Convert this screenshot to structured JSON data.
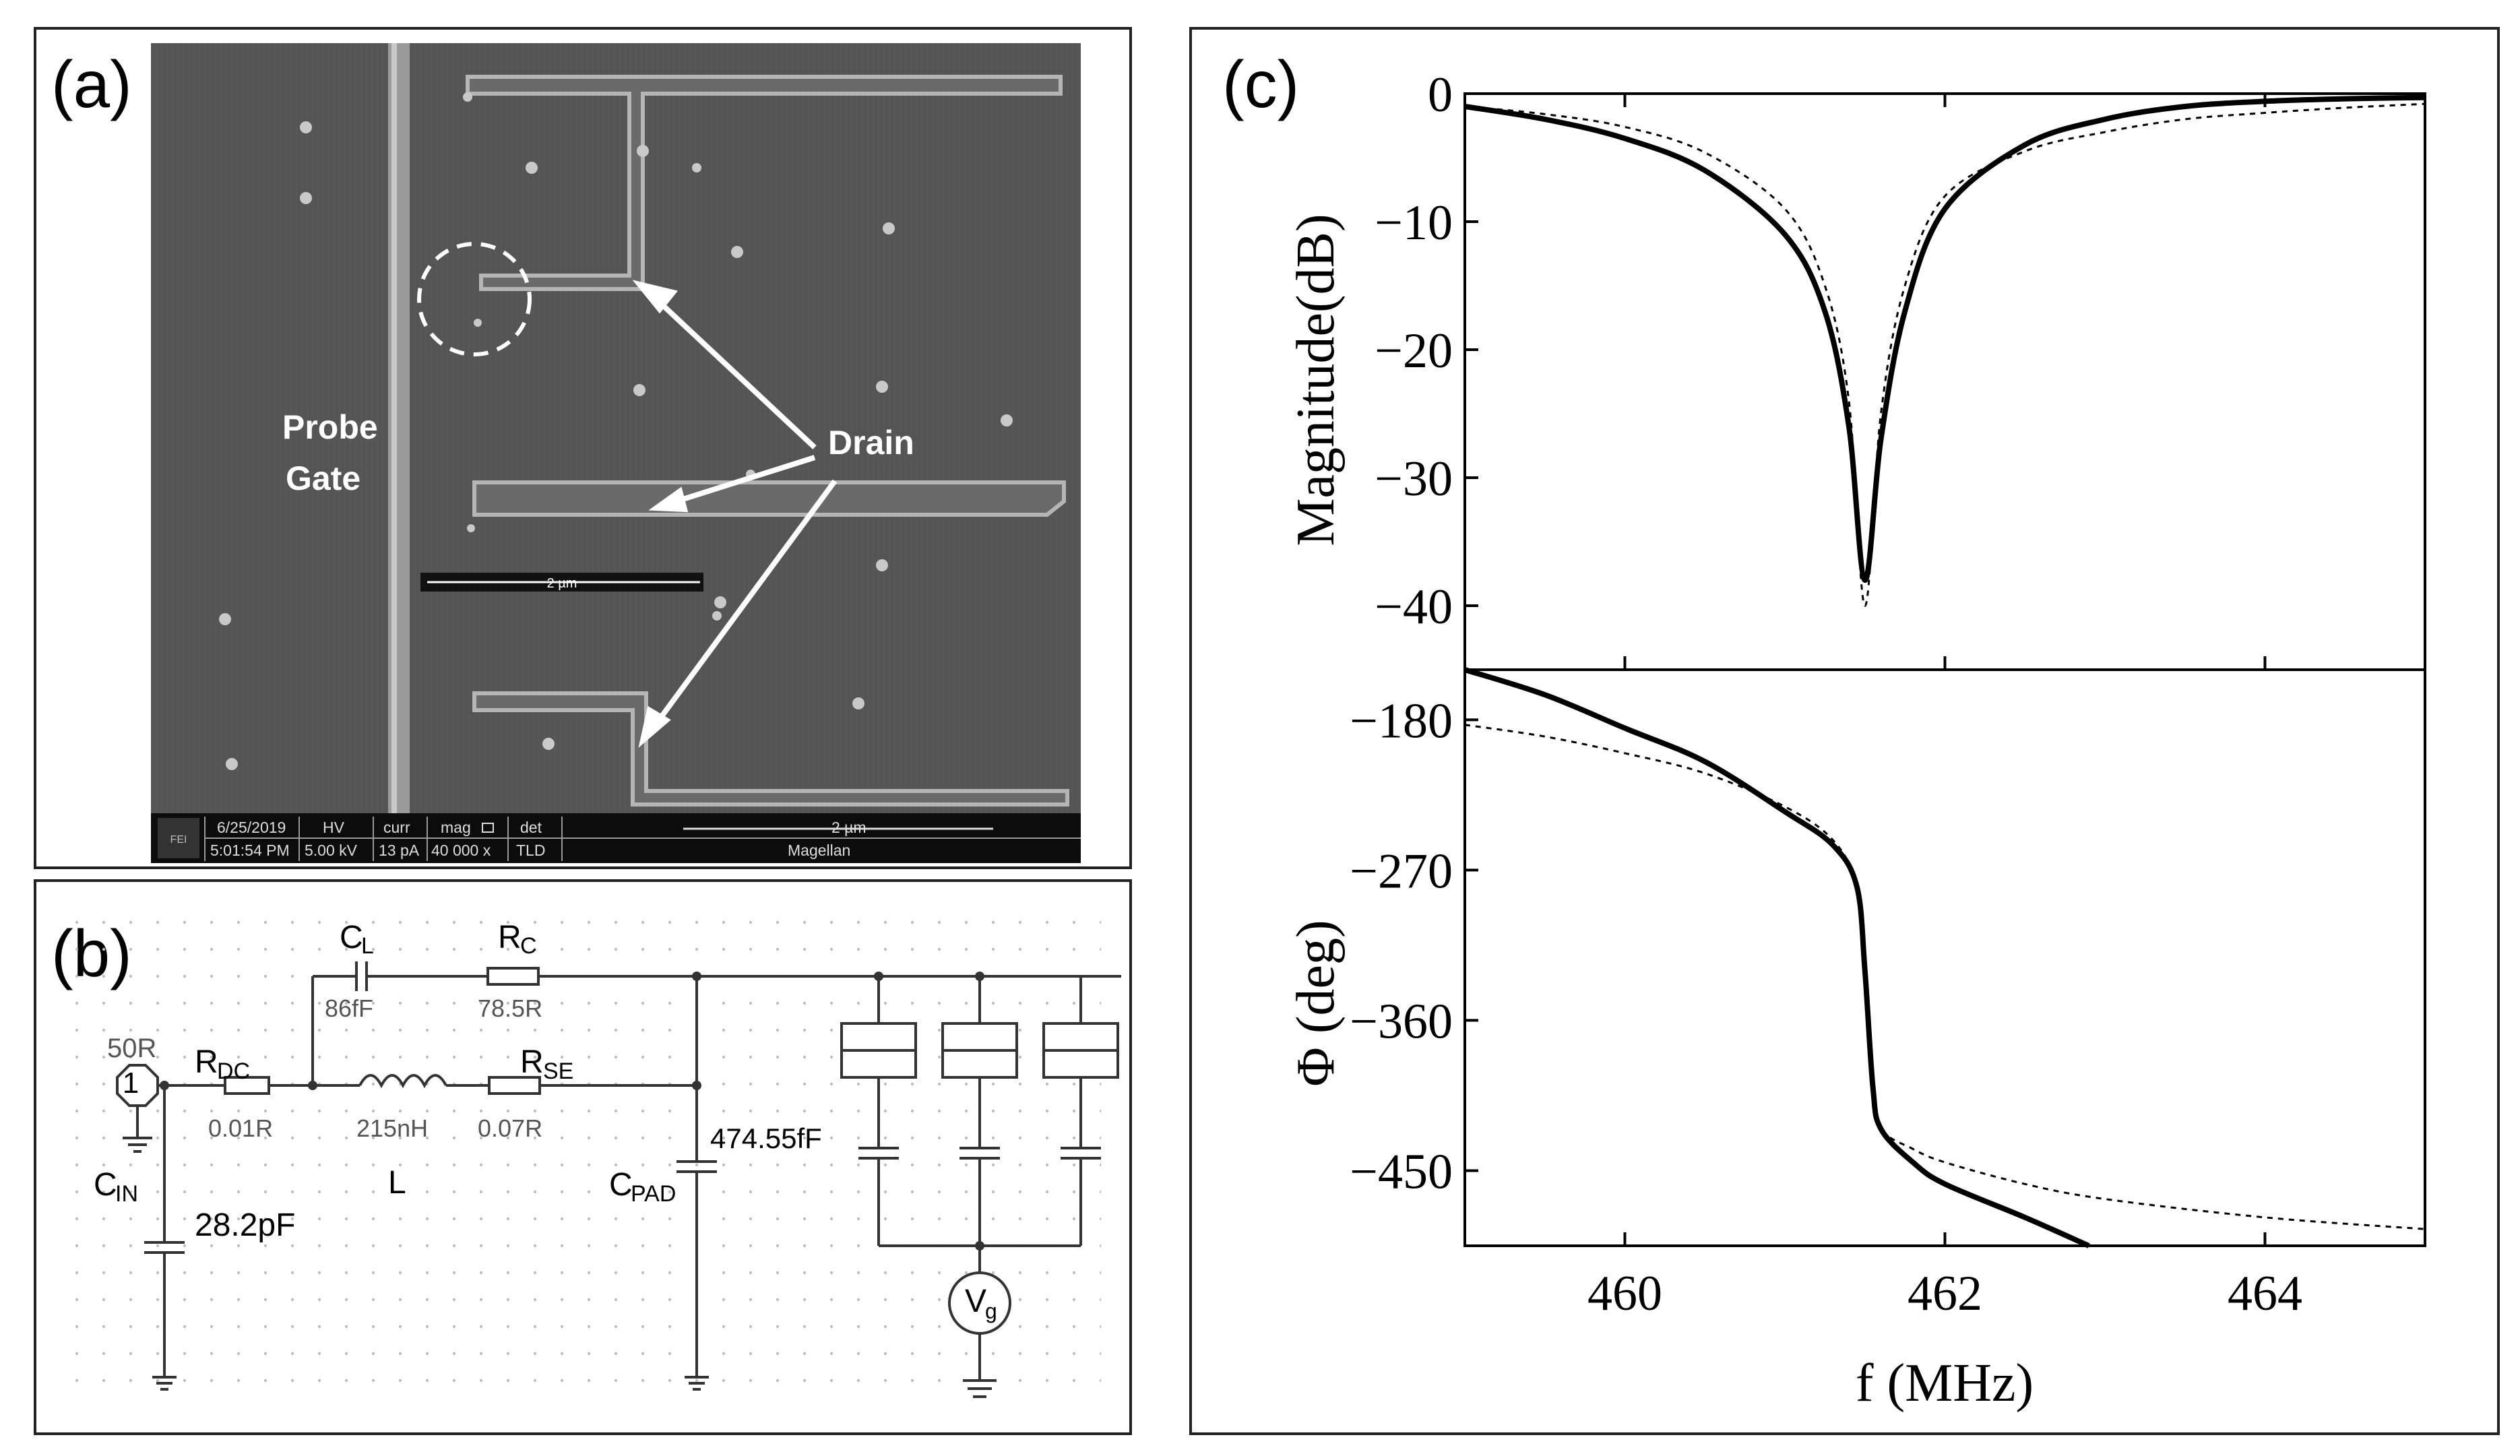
{
  "panel_a": {
    "label": "(a)",
    "probe_line1": "Probe",
    "probe_line2": "Gate",
    "drain_label": "Drain",
    "scalebar_label": "2 µm",
    "infobar": {
      "icon_text": "FEI",
      "date_header": "6/25/2019",
      "date_value": "5:01:54 PM",
      "hv_header": "HV",
      "hv_value": "5.00 kV",
      "curr_header": "curr",
      "curr_value": "13 pA",
      "mag_header": "mag",
      "mag_value": "40 000 x",
      "det_header": "det",
      "det_value": "TLD",
      "scale_label": "2 µm",
      "instrument": "Magellan"
    }
  },
  "panel_b": {
    "label": "(b)",
    "port_number": "1",
    "port_impedance": "50R",
    "rdc_main": "R",
    "rdc_sub": "DC",
    "rdc_value": "0.01R",
    "cl_main": "C",
    "cl_sub": "L",
    "cl_value": "86fF",
    "rc_main": "R",
    "rc_sub": "C",
    "rc_value": "78.5R",
    "l_value": "215nH",
    "l_label": "L",
    "rse_main": "R",
    "rse_sub": "SE",
    "rse_value": "0.07R",
    "cin_main": "C",
    "cin_sub": "IN",
    "cin_value": "28.2pF",
    "cpad_main": "C",
    "cpad_sub": "PAD",
    "cpad_value": "474.55fF",
    "vg_main": "V",
    "vg_sub": "g"
  },
  "panel_c": {
    "label": "(c)",
    "top": {
      "ylabel": "Magnitude(dB)",
      "yticks": [
        "0",
        "−10",
        "−20",
        "−30",
        "−40"
      ]
    },
    "bottom": {
      "ylabel": "Φ (deg)",
      "yticks": [
        "−180",
        "−270",
        "−360",
        "−450"
      ]
    },
    "xlabel": "f (MHz)",
    "xticks": [
      "460",
      "462",
      "464"
    ]
  },
  "chart_data": [
    {
      "type": "line",
      "xlim": [
        459,
        465
      ],
      "ylim": [
        -45,
        0
      ],
      "ylabel": "Magnitude(dB)",
      "series": [
        {
          "style": "solid",
          "x": [
            459,
            459.5,
            460,
            460.5,
            461,
            461.25,
            461.4,
            461.5,
            461.6,
            461.75,
            462,
            462.5,
            463,
            463.5,
            464,
            464.5,
            465
          ],
          "y": [
            -1,
            -2,
            -3.5,
            -6,
            -11,
            -17,
            -26,
            -38,
            -27,
            -17,
            -9,
            -4,
            -2,
            -1,
            -0.6,
            -0.4,
            -0.3
          ]
        },
        {
          "style": "dashed",
          "x": [
            459,
            459.5,
            460,
            460.5,
            461,
            461.25,
            461.4,
            461.5,
            461.6,
            461.75,
            462,
            462.5,
            463,
            463.5,
            464,
            464.5,
            465
          ],
          "y": [
            -1,
            -1.6,
            -2.6,
            -4.6,
            -9,
            -15,
            -24,
            -40,
            -25,
            -15,
            -8,
            -4.5,
            -3,
            -2,
            -1.5,
            -1.1,
            -0.8
          ]
        }
      ]
    },
    {
      "type": "line",
      "xlim": [
        459,
        465
      ],
      "ylim": [
        -495,
        -150
      ],
      "xlabel": "f (MHz)",
      "ylabel": "Φ (deg)",
      "series": [
        {
          "style": "solid",
          "x": [
            459,
            459.5,
            460,
            460.5,
            461,
            461.3,
            461.45,
            461.5,
            461.55,
            461.6,
            461.8,
            462,
            462.5,
            462.9
          ],
          "y": [
            -148,
            -165,
            -185,
            -205,
            -235,
            -255,
            -280,
            -330,
            -400,
            -425,
            -445,
            -458,
            -478,
            -495
          ]
        },
        {
          "style": "dashed",
          "x": [
            459,
            459.5,
            460,
            460.5,
            461,
            461.3,
            461.45,
            461.5,
            461.55,
            461.6,
            461.8,
            462,
            462.5,
            463,
            464,
            465
          ],
          "y": [
            -183,
            -190,
            -200,
            -212,
            -232,
            -252,
            -280,
            -330,
            -400,
            -425,
            -437,
            -445,
            -458,
            -467,
            -478,
            -485
          ]
        }
      ]
    }
  ]
}
